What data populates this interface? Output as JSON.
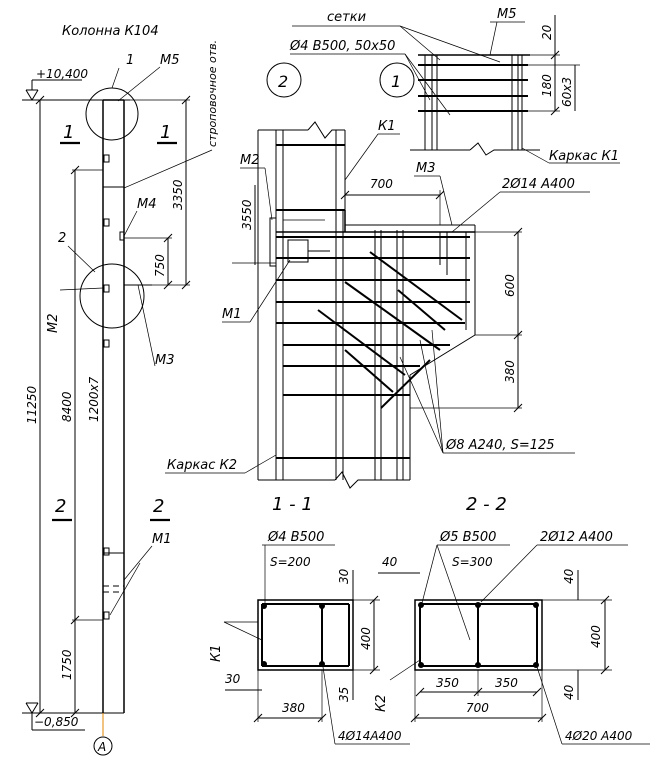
{
  "column": {
    "title": "Колонна К104",
    "elev_top": "+10,400",
    "elev_bottom": "−0,850",
    "axis": "А",
    "node1": "1",
    "node2": "2",
    "m5": "М5",
    "m4": "М4",
    "m3": "М3",
    "m2": "М2",
    "m1": "М1",
    "hole_label": "строповочное отв.",
    "dim_total": "11250",
    "dim_8400": "8400",
    "dim_1200x7": "1200х7",
    "dim_1750": "1750",
    "dim_3350": "3350",
    "dim_750": "750",
    "cut1": "1",
    "cut2": "2"
  },
  "node": {
    "num2": "2",
    "num1": "1",
    "setki": "сетки",
    "mesh": "Ø4 В500, 50х50",
    "m5": "М5",
    "dim_20": "20",
    "dim_180": "180",
    "dim_60x3": "60х3",
    "karkas_k1": "Каркас К1",
    "k1": "К1",
    "m2": "М2",
    "m3": "М3",
    "dim_3550": "3550",
    "dim_700": "700",
    "bar_2d14": "2Ø14 А400",
    "dim_600": "600",
    "m1": "М1",
    "dim_380": "380",
    "stirrup": "Ø8 А240, S=125",
    "karkas_k2": "Каркас К2"
  },
  "section1": {
    "title": "1 - 1",
    "bar": "Ø4 В500",
    "spacing": "S=200",
    "k1": "К1",
    "dim_30_top": "30",
    "dim_400": "400",
    "dim_30_left": "30",
    "dim_35": "35",
    "dim_380": "380",
    "long_bars": "4Ø14А400"
  },
  "section2": {
    "title": "2 - 2",
    "bar": "Ø5 В500",
    "spacing": "S=300",
    "bar_2d12": "2Ø12 А400",
    "dim_40_left": "40",
    "dim_40_top": "40",
    "dim_400": "400",
    "dim_40_bot": "40",
    "k2": "К2",
    "dim_350a": "350",
    "dim_350b": "350",
    "dim_700": "700",
    "long_bars": "4Ø20 А400"
  }
}
